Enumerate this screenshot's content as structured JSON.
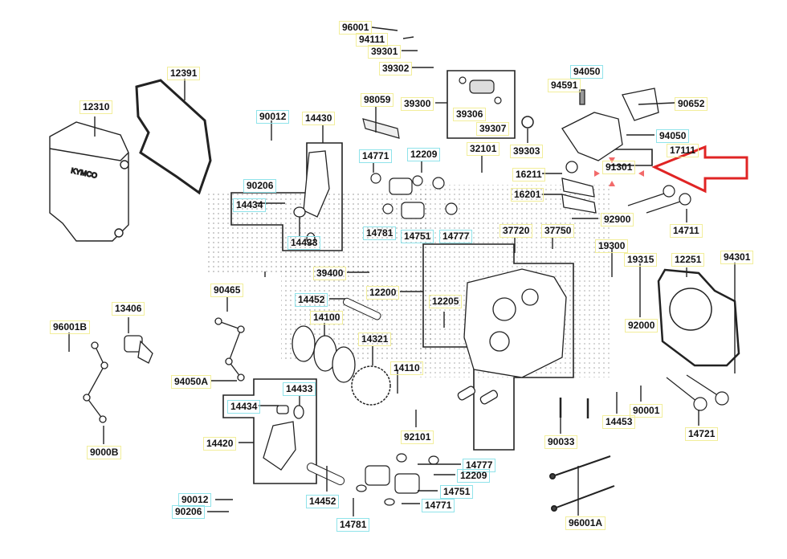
{
  "diagram": {
    "title": "Cylinder head exploded parts diagram",
    "highlight": {
      "part": "91301",
      "arrow_color": "#e02424",
      "marker_color": "#f26a6a"
    },
    "label_colors": {
      "yellow_border": "#f2ee9a",
      "cyan_border": "#8fe3ea"
    },
    "parts": {
      "p96001": "96001",
      "p94111": "94111",
      "p39301": "39301",
      "p39302": "39302",
      "p12391": "12391",
      "p12310": "12310",
      "p98059": "98059",
      "p39300": "39300",
      "p39306": "39306",
      "p39307": "39307",
      "p94050a_top": "94050",
      "p94591": "94591",
      "p90652": "90652",
      "p90012_top": "90012",
      "p14430": "14430",
      "p14771_top": "14771",
      "p12209_top": "12209",
      "p32101": "32101",
      "p39303": "39303",
      "p94050_mid": "94050",
      "p17111": "17111",
      "p16211": "16211",
      "p91301": "91301",
      "p90206_top": "90206",
      "p14434_top": "14434",
      "p16201": "16201",
      "p92900": "92900",
      "p14433_top": "14433",
      "p14781_top": "14781",
      "p14751_top": "14751",
      "p14777_top": "14777",
      "p37720": "37720",
      "p37750": "37750",
      "p14711": "14711",
      "p19300": "19300",
      "p19315": "19315",
      "p12251": "12251",
      "p94301": "94301",
      "p39400": "39400",
      "p90465": "90465",
      "p12200": "12200",
      "p14452_top": "14452",
      "p12205": "12205",
      "p14100": "14100",
      "p13406": "13406",
      "p96001B": "96001B",
      "p92000": "92000",
      "p14321": "14321",
      "p94050A": "94050A",
      "p14110": "14110",
      "p14433_bot": "14433",
      "p14434_bot": "14434",
      "p90001": "90001",
      "p14453": "14453",
      "p14721": "14721",
      "p92101": "92101",
      "p90033": "90033",
      "p14420": "14420",
      "p9000B": "9000B",
      "p14777_bot": "14777",
      "p12209_bot": "12209",
      "p14751_bot": "14751",
      "p90012_bot": "90012",
      "p14452_bot": "14452",
      "p14771_bot": "14771",
      "p90206_bot": "90206",
      "p14781_bot": "14781",
      "p96001A": "96001A"
    }
  }
}
